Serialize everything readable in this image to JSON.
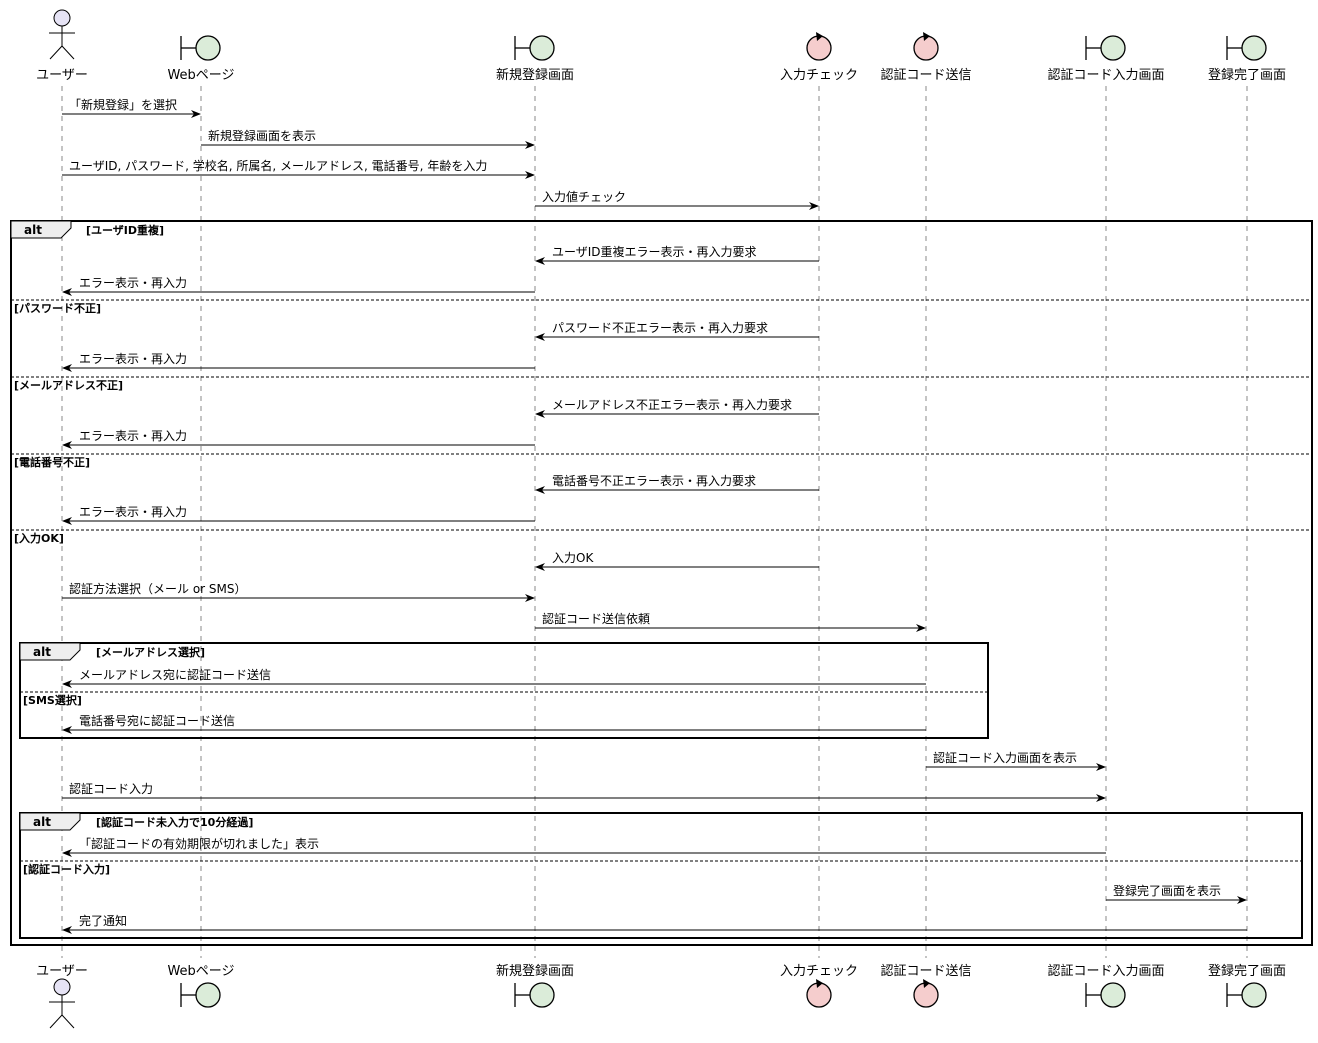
{
  "participants": [
    {
      "id": "user",
      "label": "ユーザー",
      "kind": "actor"
    },
    {
      "id": "web",
      "label": "Webページ",
      "kind": "boundary"
    },
    {
      "id": "reg",
      "label": "新規登録画面",
      "kind": "boundary"
    },
    {
      "id": "chk",
      "label": "入力チェック",
      "kind": "control"
    },
    {
      "id": "send",
      "label": "認証コード送信",
      "kind": "control"
    },
    {
      "id": "codein",
      "label": "認証コード入力画面",
      "kind": "boundary"
    },
    {
      "id": "done",
      "label": "登録完了画面",
      "kind": "boundary"
    }
  ],
  "messages": [
    {
      "from": "user",
      "to": "web",
      "text": "「新規登録」を選択"
    },
    {
      "from": "web",
      "to": "reg",
      "text": "新規登録画面を表示"
    },
    {
      "from": "user",
      "to": "reg",
      "text": "ユーザID, パスワード, 学校名, 所属名, メールアドレス, 電話番号, 年齢を入力"
    },
    {
      "from": "reg",
      "to": "chk",
      "text": "入力値チェック"
    },
    {
      "from": "chk",
      "to": "reg",
      "text": "ユーザID重複エラー表示・再入力要求"
    },
    {
      "from": "reg",
      "to": "user",
      "text": "エラー表示・再入力"
    },
    {
      "from": "chk",
      "to": "reg",
      "text": "パスワード不正エラー表示・再入力要求"
    },
    {
      "from": "reg",
      "to": "user",
      "text": "エラー表示・再入力"
    },
    {
      "from": "chk",
      "to": "reg",
      "text": "メールアドレス不正エラー表示・再入力要求"
    },
    {
      "from": "reg",
      "to": "user",
      "text": "エラー表示・再入力"
    },
    {
      "from": "chk",
      "to": "reg",
      "text": "電話番号不正エラー表示・再入力要求"
    },
    {
      "from": "reg",
      "to": "user",
      "text": "エラー表示・再入力"
    },
    {
      "from": "chk",
      "to": "reg",
      "text": "入力OK"
    },
    {
      "from": "user",
      "to": "reg",
      "text": "認証方法選択（メール or SMS）"
    },
    {
      "from": "reg",
      "to": "send",
      "text": "認証コード送信依頼"
    },
    {
      "from": "send",
      "to": "user",
      "text": "メールアドレス宛に認証コード送信"
    },
    {
      "from": "send",
      "to": "user",
      "text": "電話番号宛に認証コード送信"
    },
    {
      "from": "send",
      "to": "codein",
      "text": "認証コード入力画面を表示"
    },
    {
      "from": "user",
      "to": "codein",
      "text": "認証コード入力"
    },
    {
      "from": "codein",
      "to": "user",
      "text": "「認証コードの有効期限が切れました」表示"
    },
    {
      "from": "codein",
      "to": "done",
      "text": "登録完了画面を表示"
    },
    {
      "from": "done",
      "to": "user",
      "text": "完了通知"
    }
  ],
  "fragments": [
    {
      "keyword": "alt",
      "conditions": [
        "[ユーザID重複]",
        "[パスワード不正]",
        "[メールアドレス不正]",
        "[電話番号不正]",
        "[入力OK]"
      ]
    },
    {
      "keyword": "alt",
      "conditions": [
        "[メールアドレス選択]",
        "[SMS選択]"
      ]
    },
    {
      "keyword": "alt",
      "conditions": [
        "[認証コード未入力で10分経過]",
        "[認証コード入力]"
      ]
    }
  ],
  "colors": {
    "actor_fill": "#e6e3f5",
    "boundary_fill": "#dbecd9",
    "control_fill": "#f5cdcd",
    "stroke": "#000000",
    "lifeline": "#888888"
  }
}
